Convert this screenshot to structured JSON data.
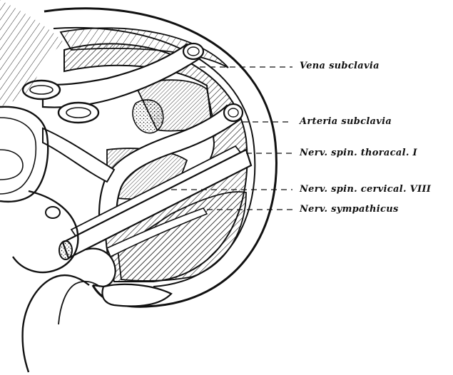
{
  "labels": {
    "vena_subclavia": "Vena subclavia",
    "arteria_subclavia": "Arteria subclavia",
    "nerv_thoracal": "Nerv. spin. thoracal. I",
    "nerv_cervical": "Nerv. spin. cervical. VIII",
    "nerv_sympathicus": "Nerv. sympathicus"
  },
  "colors": {
    "ink": "#111111",
    "background": "#ffffff"
  }
}
